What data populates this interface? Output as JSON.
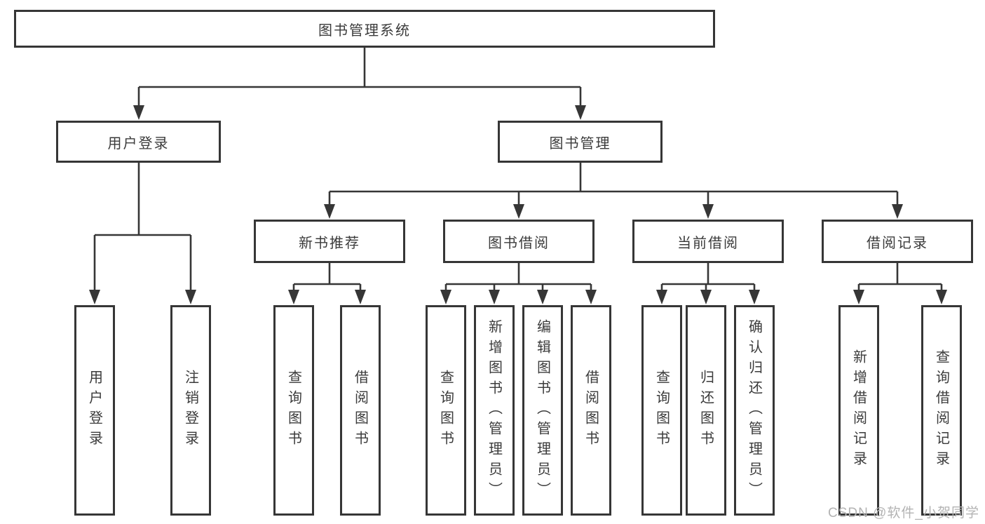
{
  "colors": {
    "line": "#363636",
    "box_border": "#363636",
    "text": "#3b3b3b",
    "watermark": "#b3b3b3",
    "background": "#ffffff"
  },
  "tree": {
    "root": "图书管理系统",
    "user": {
      "label": "用户登录",
      "children": [
        "用户登录",
        "注销登录"
      ]
    },
    "book": {
      "label": "图书管理",
      "groups": [
        {
          "label": "新书推荐",
          "children": [
            "查询图书",
            "借阅图书"
          ]
        },
        {
          "label": "图书借阅",
          "children": [
            "查询图书",
            "新增图书（管理员）",
            "编辑图书（管理员）",
            "借阅图书"
          ]
        },
        {
          "label": "当前借阅",
          "children": [
            "查询图书",
            "归还图书",
            "确认归还（管理员）"
          ]
        },
        {
          "label": "借阅记录",
          "children": [
            "新增借阅记录",
            "查询借阅记录"
          ]
        }
      ]
    }
  },
  "watermark": {
    "text": "CSDN @软件_小贺同学"
  }
}
